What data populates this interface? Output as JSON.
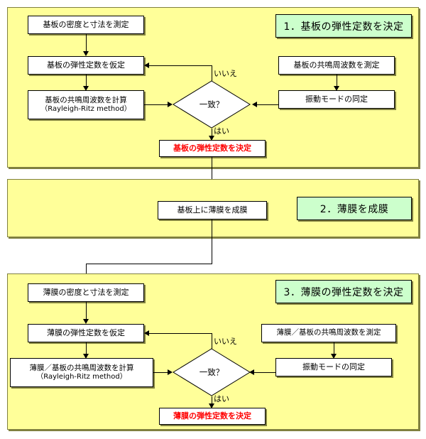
{
  "diagram": {
    "type": "flowchart",
    "title": "",
    "background": "#FFFFFF",
    "colors": {
      "panel_fill": "#FFFF99",
      "panel_border": "#7F7F3F",
      "node_fill": "#FFFFFF",
      "node_border": "#000000",
      "title_fill": "#CCFFCC",
      "result_text": "#FF0000",
      "connector": "#000000",
      "shadow": "#808040"
    }
  },
  "sections": [
    {
      "id": "section-1",
      "title": "1．基板の弾性定数を決定",
      "nodes": {
        "measure_density": "基板の密度と寸法を測定",
        "assume_constants": "基板の弾性定数を仮定",
        "calc_freq_line1": "基板の共鳴周波数を計算",
        "calc_freq_line2": "（Rayleigh‐Ritz method）",
        "measure_freq": "基板の共鳴周波数を測定",
        "identify_mode": "振動モードの同定",
        "decision": "一致？",
        "result": "基板の弾性定数を決定"
      },
      "edge_labels": {
        "no": "いいえ",
        "yes": "はい"
      }
    },
    {
      "id": "section-2",
      "title": "2．薄膜を成膜",
      "nodes": {
        "deposit": "基板上に薄膜を成膜"
      },
      "edge_labels": {}
    },
    {
      "id": "section-3",
      "title": "3．薄膜の弾性定数を決定",
      "nodes": {
        "measure_density": "薄膜の密度と寸法を測定",
        "assume_constants": "薄膜の弾性定数を仮定",
        "calc_freq_line1": "薄膜／基板の共鳴周波数を計算",
        "calc_freq_line2": "（Rayleigh‐Ritz method）",
        "measure_freq": "薄膜／基板の共鳴周波数を測定",
        "identify_mode": "振動モードの同定",
        "decision": "一致？",
        "result": "薄膜の弾性定数を決定"
      },
      "edge_labels": {
        "no": "いいえ",
        "yes": "はい"
      }
    }
  ]
}
